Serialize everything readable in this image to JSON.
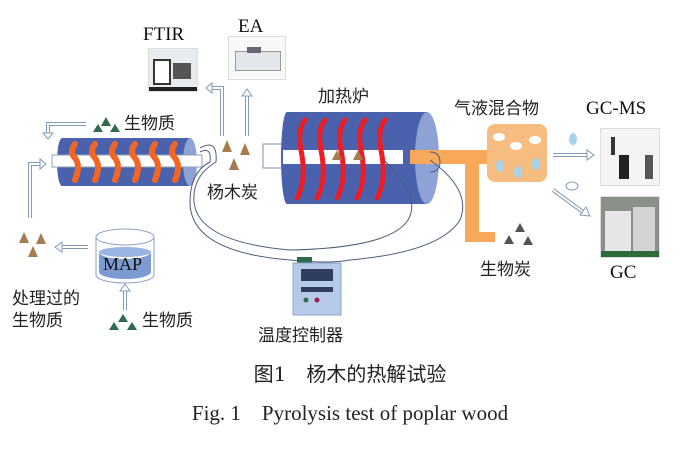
{
  "labels": {
    "ftir": "FTIR",
    "ea": "EA",
    "biomass_top": "生物质",
    "furnace": "加热炉",
    "gas_liquid": "气液混合物",
    "gcms": "GC-MS",
    "poplar_char": "杨木炭",
    "biochar": "生物炭",
    "gc": "GC",
    "map": "MAP",
    "treated_biomass_line1": "处理过的",
    "treated_biomass_line2": "生物质",
    "biomass_bottom": "生物质",
    "temp_controller": "温度控制器"
  },
  "caption": {
    "zh": "图1　杨木的热解试验",
    "en": "Fig. 1　Pyrolysis test of poplar wood"
  },
  "colors": {
    "reactor_blue": "#4a62ad",
    "reactor_end": "#8ea2d6",
    "screw_orange": "#f26522",
    "heater_red": "#ee1c24",
    "pipe_orange": "#f7a959",
    "particle_brown": "#a57b4f",
    "biomass_green": "#2e6b4f",
    "biochar_gray": "#555555",
    "controller_blue": "#b7c9e8",
    "arrow_outline": "#7f9bb8"
  }
}
